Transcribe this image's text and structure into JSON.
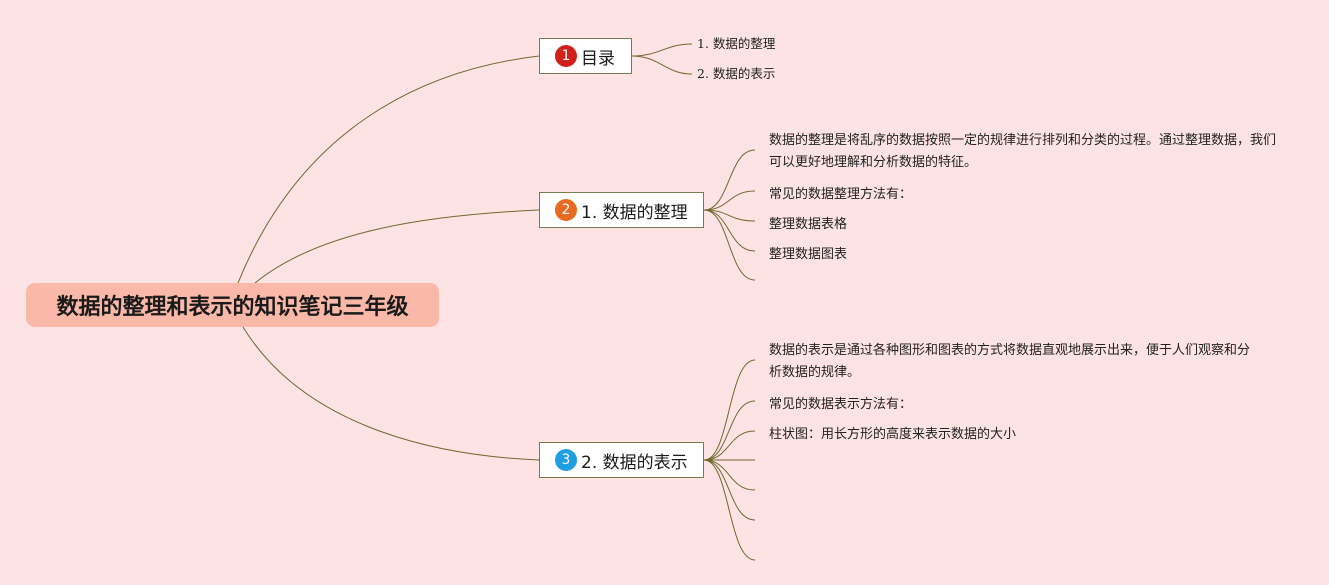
{
  "root": {
    "title": "数据的整理和表示的知识笔记三年级"
  },
  "colors": {
    "background": "#fde3e3",
    "root_fill": "#f9b8a8",
    "line": "#6f6a30",
    "badge_1": "#d2211b",
    "badge_2": "#e8691f",
    "badge_3": "#1f9ee0"
  },
  "branches": [
    {
      "badge": "1",
      "label": "目录",
      "leaves": [
        "1. 数据的整理",
        "2. 数据的表示"
      ]
    },
    {
      "badge": "2",
      "label": "1. 数据的整理",
      "leaves": [
        "数据的整理是将乱序的数据按照一定的规律进行排列和分类的过程。通过整理数据，我们可以更好地理解和分析数据的特征。",
        "常见的数据整理方法有：",
        "整理数据表格",
        "整理数据图表"
      ]
    },
    {
      "badge": "3",
      "label": "2. 数据的表示",
      "leaves": [
        "数据的表示是通过各种图形和图表的方式将数据直观地展示出来，便于人们观察和分析数据的规律。",
        "常见的数据表示方法有：",
        "柱状图：用长方形的高度来表示数据的大小"
      ]
    }
  ]
}
